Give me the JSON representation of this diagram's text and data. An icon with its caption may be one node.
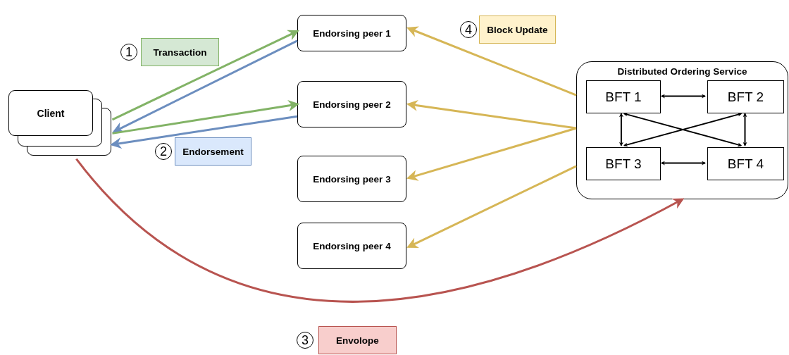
{
  "diagram": {
    "nodes": [
      {
        "text": [
          "Client"
        ]
      },
      {
        "text": [
          "Endorsing peer 1"
        ]
      },
      {
        "text": [
          "Endorsing peer 2"
        ]
      },
      {
        "text": [
          "Endorsing peer 3"
        ]
      },
      {
        "text": [
          "Endorsing peer 4"
        ]
      },
      {
        "text": [
          "Distributed Ordering Service"
        ]
      },
      {
        "text": [
          "BFT 1"
        ],
        "in": 5
      },
      {
        "text": [
          "BFT 2"
        ],
        "in": 5
      },
      {
        "text": [
          "BFT 3"
        ],
        "in": 5
      },
      {
        "text": [
          "BFT 4"
        ],
        "in": 5
      },
      {
        "text": [
          "4"
        ]
      },
      {
        "text": [
          "Block Update"
        ]
      },
      {
        "text": [
          "1"
        ]
      },
      {
        "text": [
          "Transaction"
        ]
      },
      {
        "text": [
          "2"
        ]
      },
      {
        "text": [
          "Endorsement"
        ]
      },
      {
        "text": [
          "3"
        ]
      },
      {
        "text": [
          "Envolope"
        ]
      }
    ],
    "edges": [
      {
        "from": 0,
        "to": 1,
        "arrow": "to",
        "color": "#82b366"
      },
      {
        "from": 1,
        "to": 0,
        "arrow": "to",
        "color": "#6c8ebf"
      },
      {
        "from": 0,
        "to": 2,
        "arrow": "to",
        "color": "#82b366"
      },
      {
        "from": 2,
        "to": 0,
        "arrow": "to",
        "color": "#6c8ebf"
      },
      {
        "from": 5,
        "to": 1,
        "arrow": "to",
        "color": "#d6b656"
      },
      {
        "from": 5,
        "to": 2,
        "arrow": "to",
        "color": "#d6b656"
      },
      {
        "from": 5,
        "to": 3,
        "arrow": "to",
        "color": "#d6b656"
      },
      {
        "from": 5,
        "to": 4,
        "arrow": "to",
        "color": "#d6b656"
      },
      {
        "from": 0,
        "to": 5,
        "arrow": "to",
        "color": "#b85450"
      },
      {
        "from": 6,
        "to": 7,
        "arrow": "both"
      },
      {
        "from": 6,
        "to": 8,
        "arrow": "both"
      },
      {
        "from": 7,
        "to": 9,
        "arrow": "both"
      },
      {
        "from": 8,
        "to": 9,
        "arrow": "both"
      },
      {
        "from": 6,
        "to": 9,
        "arrow": "both"
      },
      {
        "from": 7,
        "to": 8,
        "arrow": "both"
      }
    ]
  }
}
